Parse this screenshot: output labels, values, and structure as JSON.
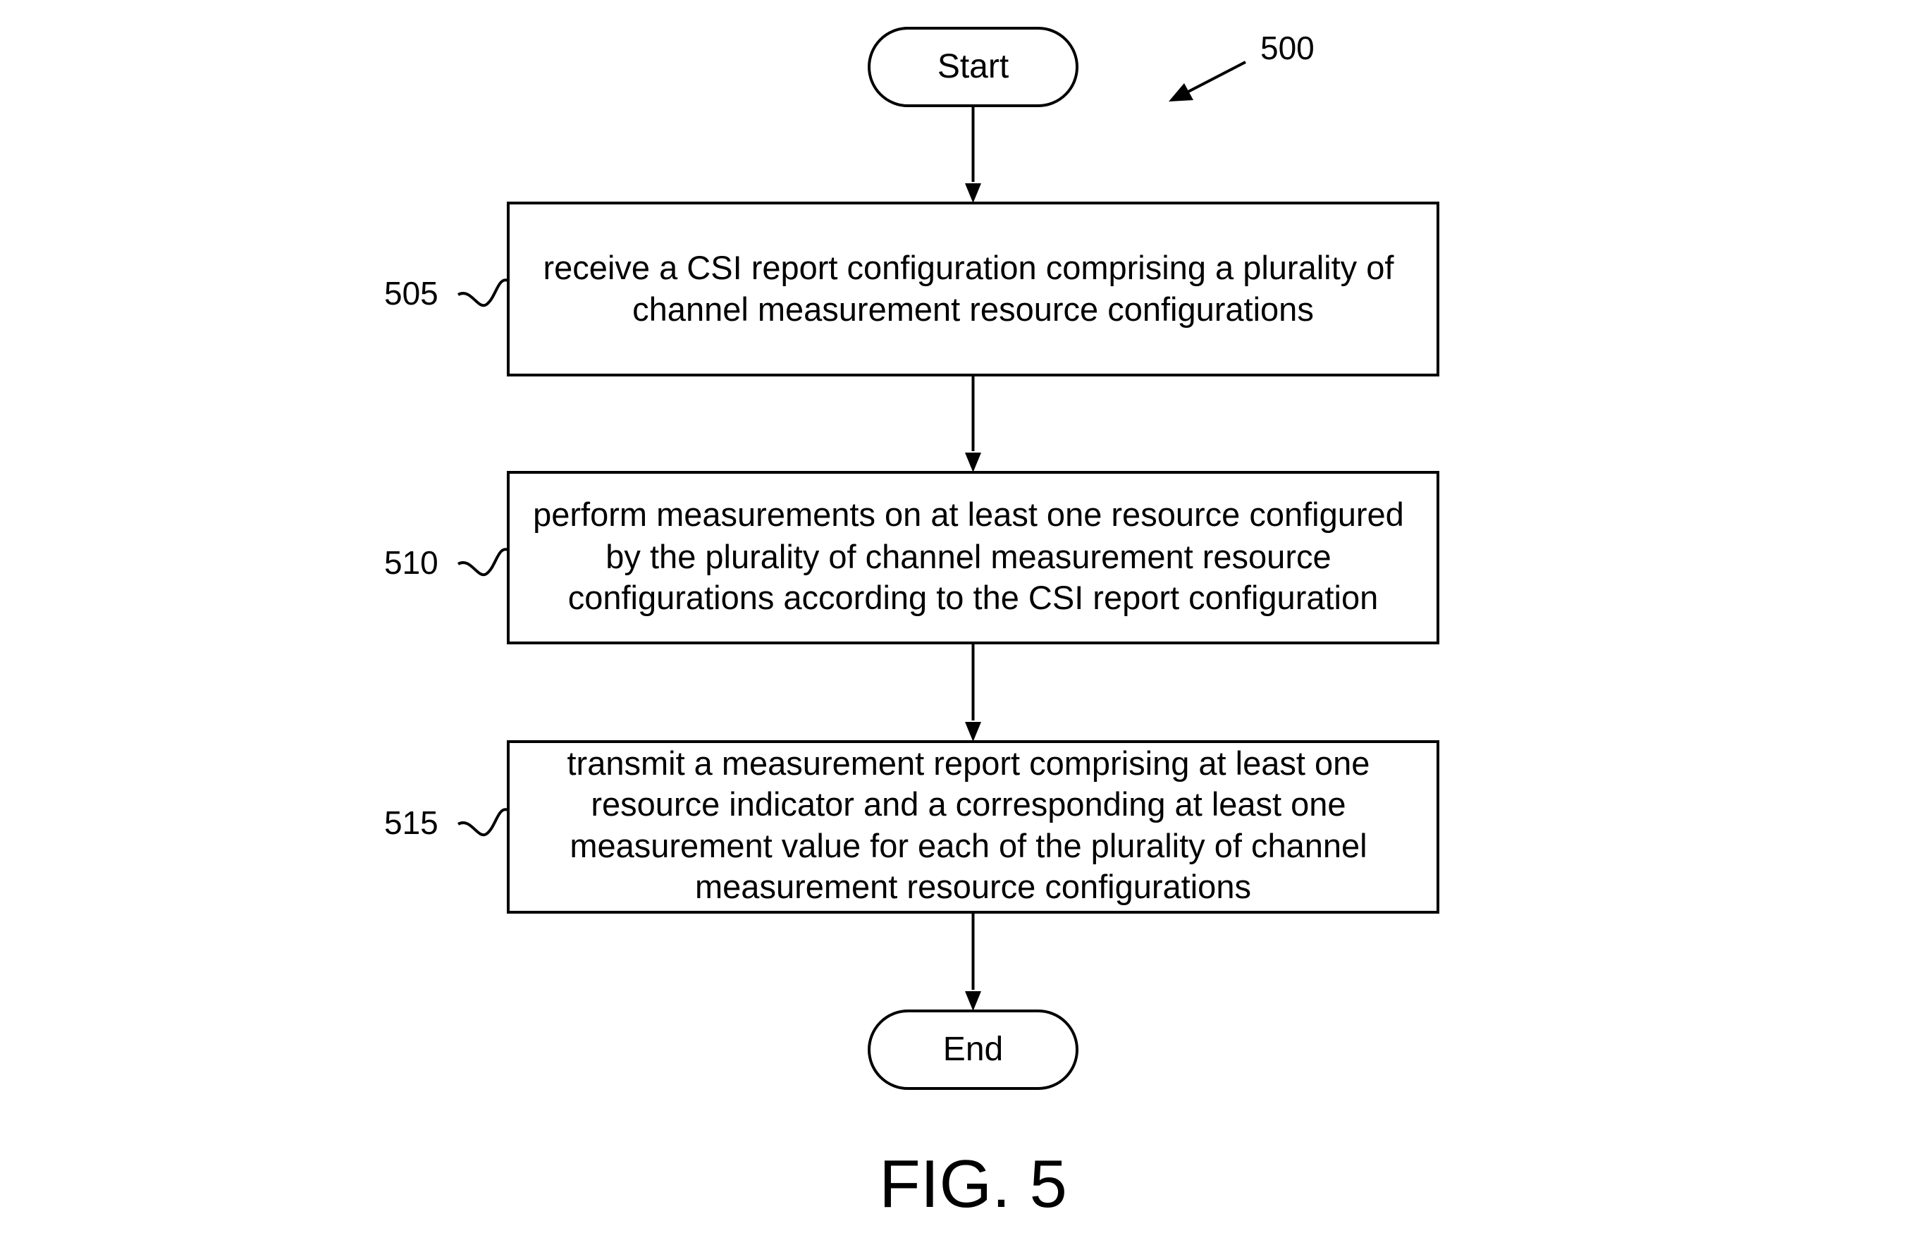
{
  "figure": {
    "number_label": "500",
    "caption": "FIG. 5"
  },
  "flow": {
    "start_label": "Start",
    "end_label": "End",
    "steps": [
      {
        "ref": "505",
        "lines": [
          "receive a CSI report configuration comprising a plurality of",
          "channel measurement resource configurations"
        ]
      },
      {
        "ref": "510",
        "lines": [
          "perform measurements on at least one resource configured",
          "by the plurality of channel measurement resource",
          "configurations according to the CSI report configuration"
        ]
      },
      {
        "ref": "515",
        "lines": [
          "transmit a measurement report comprising at least one",
          "resource indicator and a corresponding at least one",
          "measurement value for each of the plurality of channel",
          "measurement resource configurations"
        ]
      }
    ]
  }
}
